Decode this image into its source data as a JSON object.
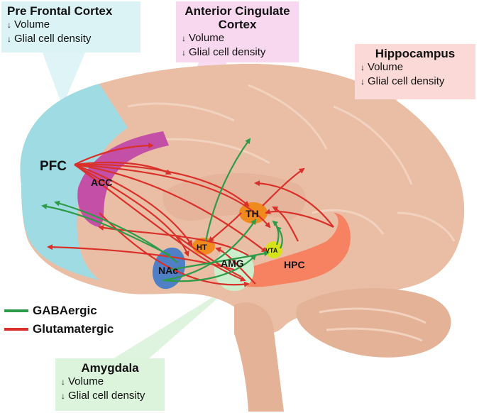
{
  "regions": {
    "pfc": {
      "title": "Pre Frontal Cortex",
      "lines": [
        "Volume",
        "Glial cell density"
      ]
    },
    "acc": {
      "title_line1": "Anterior Cingulate",
      "title_line2": "Cortex",
      "lines": [
        "Volume",
        "Glial cell density"
      ]
    },
    "hpc": {
      "title": "Hippocampus",
      "lines": [
        "Volume",
        "Glial cell density"
      ]
    },
    "amg": {
      "title": "Amygdala",
      "lines": [
        "Volume",
        "Glial cell density"
      ]
    }
  },
  "labels": {
    "pfc": "PFC",
    "acc": "ACC",
    "th": "TH",
    "ht": "HT",
    "vta": "VTA",
    "nac": "NAc",
    "amg": "AMG",
    "hpc": "HPC"
  },
  "legend": {
    "gaba": "GABAergic",
    "glut": "Glutamatergic"
  },
  "colors": {
    "brain": "#e9bea4",
    "pfc": "#9fdbe2",
    "acc": "#c34fa6",
    "hpc": "#f68262",
    "amg": "#cdeecd",
    "nac": "#4f7fc5",
    "th": "#f08a1e",
    "vta": "#d6e21a",
    "gaba": "#2e9b48",
    "glut": "#d9302a"
  },
  "arrow_symbol": "↓"
}
